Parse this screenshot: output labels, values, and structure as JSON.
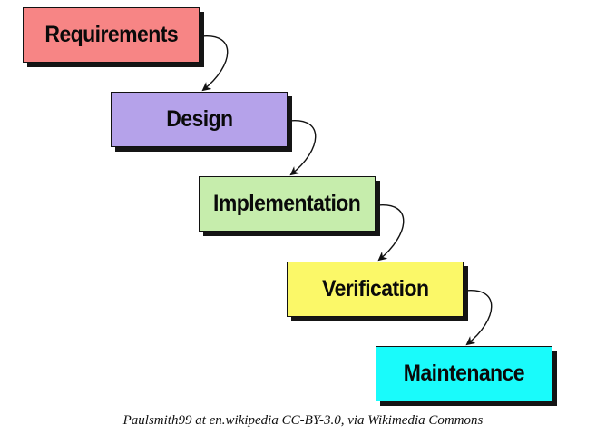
{
  "diagram": {
    "phases": [
      {
        "label": "Requirements",
        "color": "#f78585"
      },
      {
        "label": "Design",
        "color": "#b5a2ea"
      },
      {
        "label": "Implementation",
        "color": "#c6edac"
      },
      {
        "label": "Verification",
        "color": "#fbf868"
      },
      {
        "label": "Maintenance",
        "color": "#19fbfb"
      }
    ]
  },
  "caption": "Paulsmith99 at en.wikipedia CC-BY-3.0, via Wikimedia Commons"
}
